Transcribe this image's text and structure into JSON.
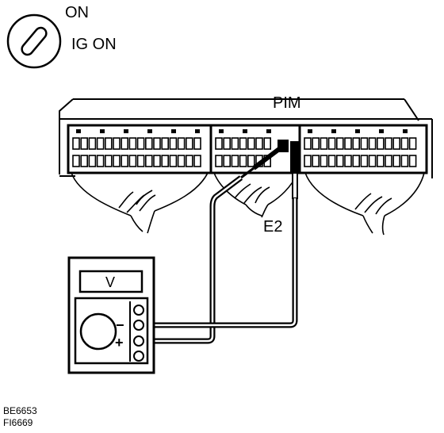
{
  "ignition": {
    "line1": "ON",
    "line2": "IG ON"
  },
  "connector": {
    "terminal_pim": "PIM",
    "terminal_e2": "E2"
  },
  "meter": {
    "display": "V",
    "minus": "−",
    "plus": "+"
  },
  "codes": {
    "line1": "BE6653",
    "line2": "FI6669"
  }
}
